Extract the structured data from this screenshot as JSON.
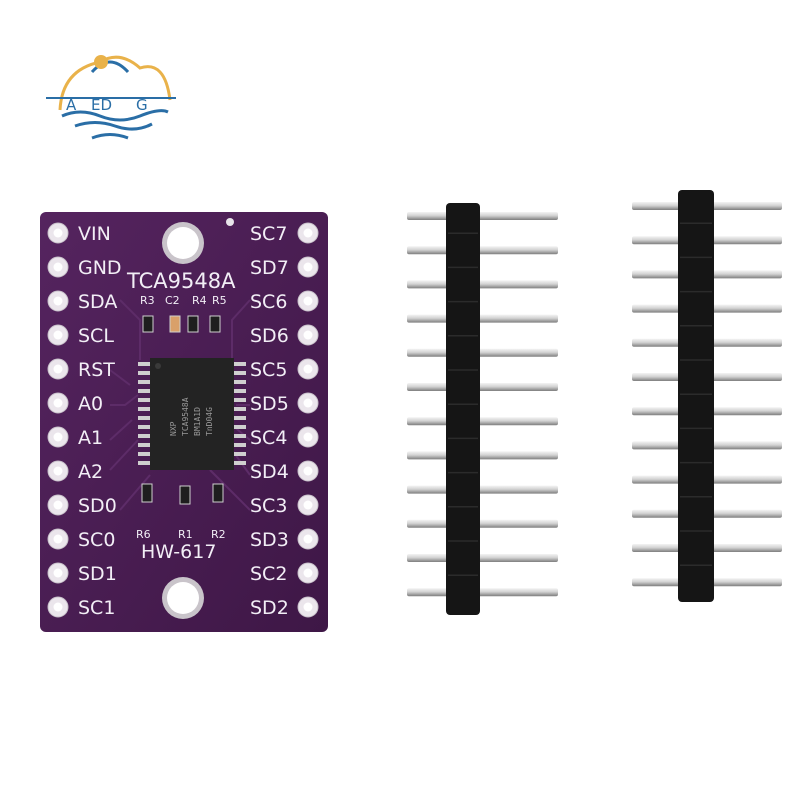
{
  "logo": {
    "letters": [
      "A",
      "ED",
      "G"
    ]
  },
  "board": {
    "title": "TCA9548A",
    "model": "HW-617",
    "left_pins": [
      "VIN",
      "GND",
      "SDA",
      "SCL",
      "RST",
      "A0",
      "A1",
      "A2",
      "SD0",
      "SC0",
      "SD1",
      "SC1"
    ],
    "right_pins": [
      "SC7",
      "SD7",
      "SC6",
      "SD6",
      "SC5",
      "SD5",
      "SC4",
      "SD4",
      "SC3",
      "SD3",
      "SC2",
      "SD2"
    ],
    "top_components": [
      "R3",
      "C2",
      "R4",
      "R5"
    ],
    "bottom_components": [
      "R6",
      "R1",
      "R2"
    ],
    "chip_lines": [
      "NXP",
      "TCA9548A",
      "BM1A1D",
      "TnD04G"
    ],
    "color": "#4a1e52"
  },
  "headers": {
    "count": 2,
    "pins_each": 12
  }
}
